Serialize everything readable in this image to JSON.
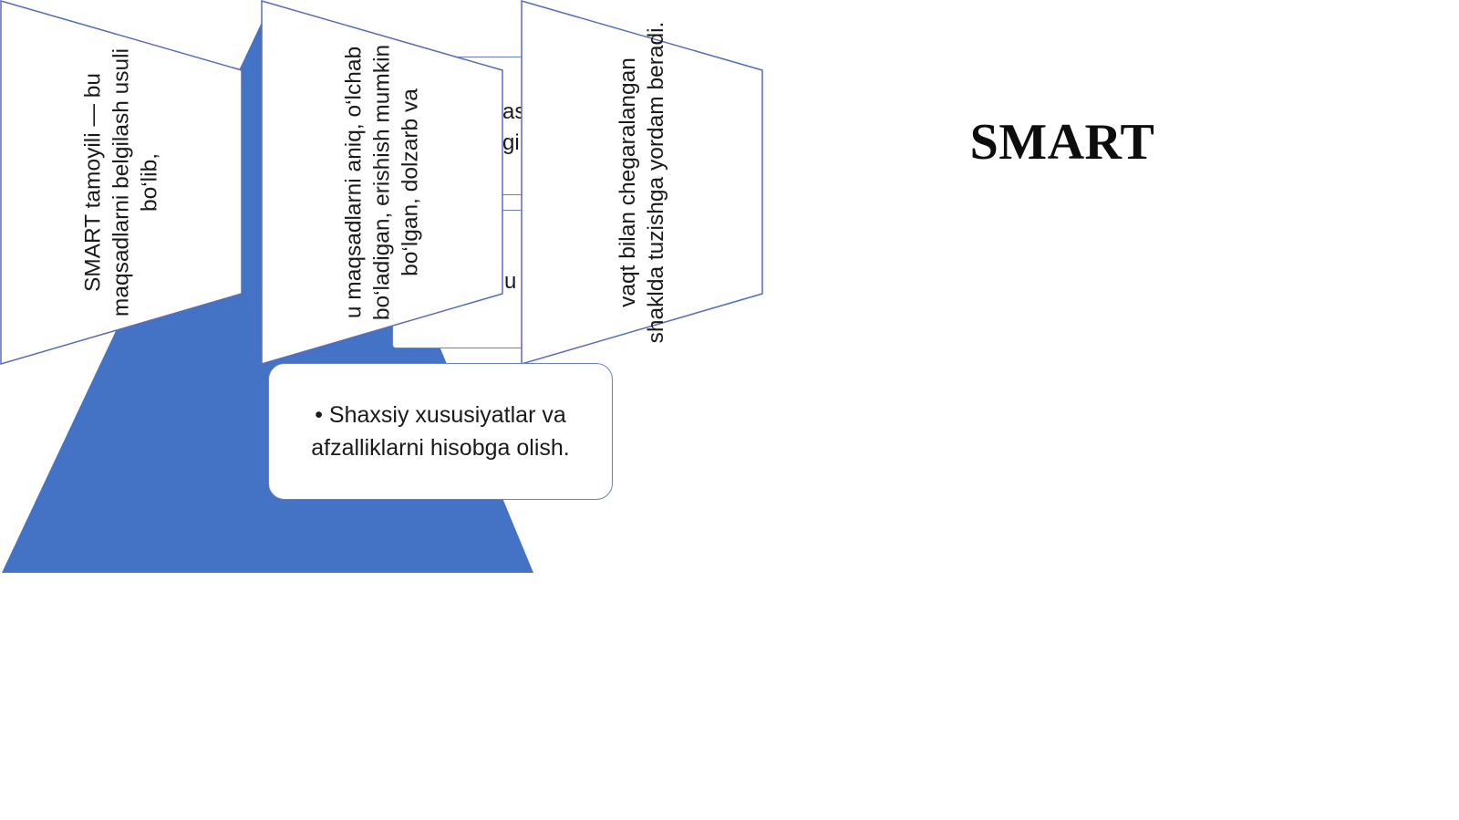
{
  "slide": {
    "title": "SMART",
    "colors": {
      "pyramid": "#4472c4",
      "outline": "#6d7fc4",
      "text": "#1a1a1a"
    },
    "hidden_card_fragments": [
      "as",
      "gi",
      "u"
    ],
    "panels": [
      {
        "text": "SMART tamoyili — bu maqsadlarni belgilash usuli bo‘lib,"
      },
      {
        "text": "u maqsadlarni aniq, o‘lchab bo‘ladigan, erishish mumkin bo‘lgan, dolzarb va"
      },
      {
        "text": "vaqt bilan chegaralangan shaklda tuzishga yordam beradi."
      }
    ],
    "note": "• Shaxsiy xususiyatlar va afzalliklarni hisobga olish."
  }
}
